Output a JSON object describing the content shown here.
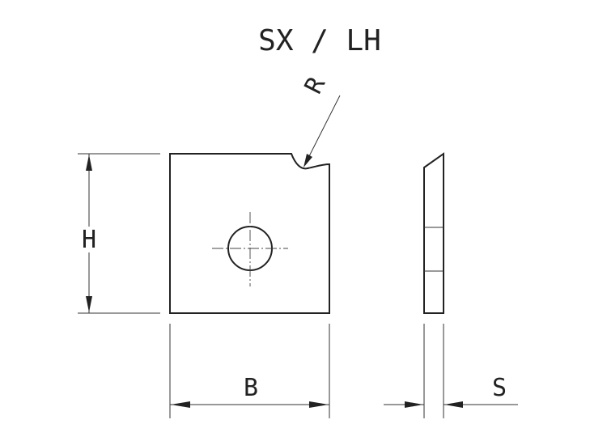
{
  "title": "SX / LH",
  "labels": {
    "radius": "R",
    "height": "H",
    "width": "B",
    "thickness": "S"
  },
  "colors": {
    "line": "#222222",
    "background": "#ffffff"
  }
}
